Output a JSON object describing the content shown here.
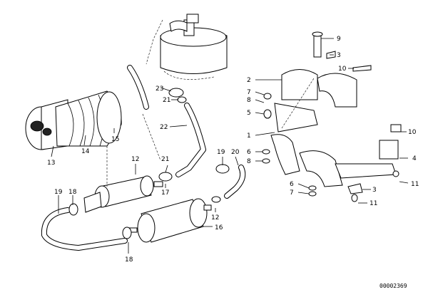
{
  "diagram": {
    "reference_number": "00002369",
    "callouts": {
      "c1": "1",
      "c2": "2",
      "c3a": "3",
      "c3b": "3",
      "c4": "4",
      "c5": "5",
      "c6a": "6",
      "c6b": "6",
      "c7a": "7",
      "c7b": "7",
      "c8a": "8",
      "c8b": "8",
      "c9": "9",
      "c10a": "10",
      "c10b": "10",
      "c11a": "11",
      "c11b": "11",
      "c12a": "12",
      "c12b": "12",
      "c13": "13",
      "c14": "14",
      "c15": "15",
      "c16": "16",
      "c17": "17",
      "c18a": "18",
      "c18b": "18",
      "c19a": "19",
      "c19b": "19",
      "c20": "20",
      "c21a": "21",
      "c21b": "21",
      "c22": "22",
      "c23": "23"
    }
  }
}
